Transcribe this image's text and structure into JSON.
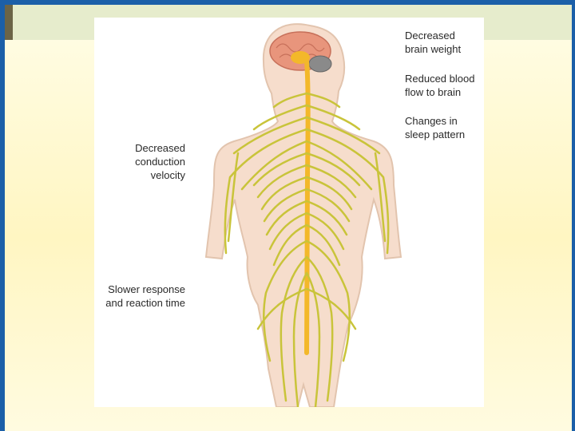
{
  "theme": {
    "frame_color": "#1b5fa8",
    "background_color": "#fff6c2",
    "nerve_color": "#c9c43a",
    "spine_color": "#f3b82a",
    "skin_color": "#f6ddcc",
    "brain_color": "#e8957c"
  },
  "labels": {
    "brain_weight": {
      "line1": "Decreased",
      "line2": "brain weight"
    },
    "blood_flow": {
      "line1": "Reduced blood",
      "line2": "flow to brain"
    },
    "sleep": {
      "line1": "Changes in",
      "line2": "sleep pattern"
    },
    "conduction": {
      "line1": "Decreased",
      "line2": "conduction",
      "line3": "velocity"
    },
    "response": {
      "line1": "Slower response",
      "line2": "and reaction time"
    }
  }
}
